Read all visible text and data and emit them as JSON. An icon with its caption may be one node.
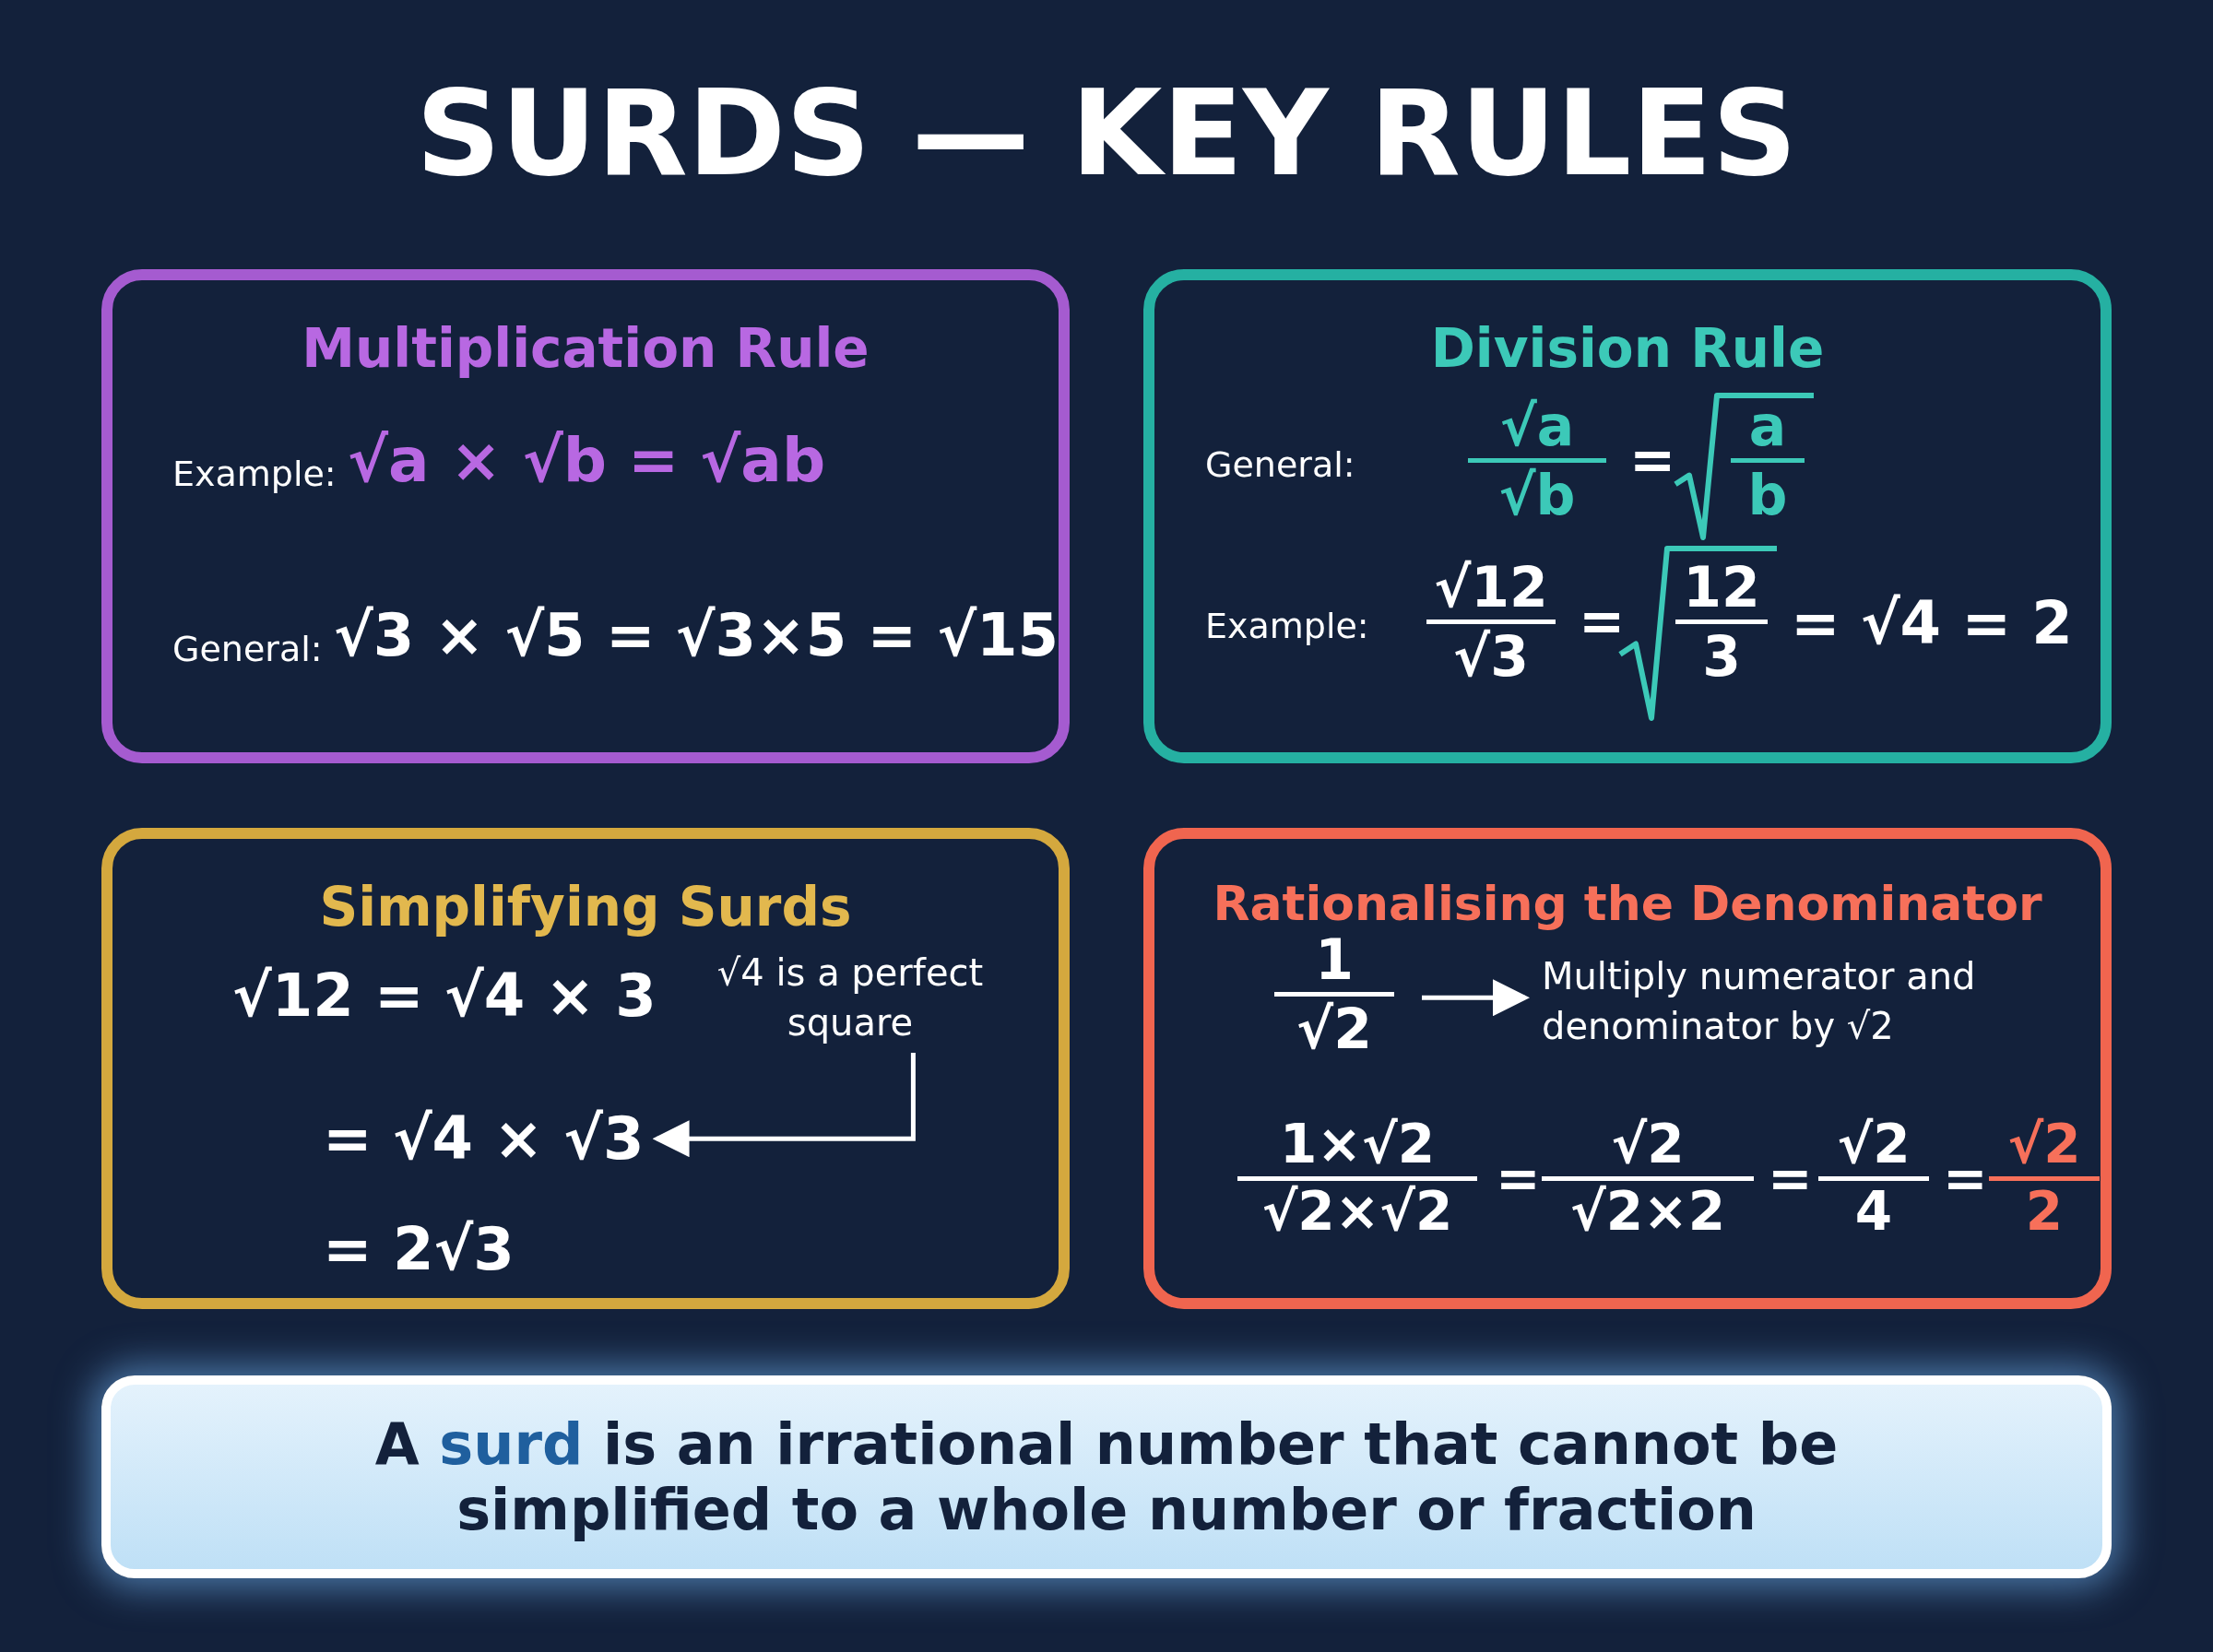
{
  "diagram": {
    "title": "SURDS — KEY RULES",
    "nodes": [
      {
        "text": [
          "Multiplication Rule"
        ]
      },
      {
        "text": [
          "Division Rule"
        ]
      },
      {
        "text": [
          "Simplifying Surds"
        ]
      },
      {
        "text": [
          "√4 is a perfect square"
        ],
        "in": 2
      },
      {
        "text": [
          "= √4 × √3"
        ],
        "in": 2
      },
      {
        "text": [
          "Rationalising the Denominator"
        ]
      },
      {
        "text": [
          "1",
          "√2"
        ],
        "in": 5
      },
      {
        "text": [
          "Multiply numerator and denominator by √2"
        ],
        "in": 5
      },
      {
        "text": [
          "A **surd** is an irrational number that cannot be simplified to a whole number or fraction"
        ]
      }
    ],
    "edges": [
      {
        "from": 3,
        "to": 4,
        "arrow": "to"
      },
      {
        "from": 6,
        "to": 7,
        "arrow": "to"
      }
    ],
    "labels": [
      "Example:",
      "√a × √b = √ab",
      "General:",
      "√3 × √5 = √3×5 = √15",
      "General:",
      "√a",
      "√b",
      "=",
      "a",
      "b",
      "Example:",
      "√12",
      "√3",
      "=",
      "12",
      "3",
      "= √4 = 2",
      "√12 = √4 × 3",
      "= 2√3",
      "1×√2",
      "√2×√2",
      "=",
      "√2",
      "√2×2",
      "=",
      "√2",
      "4",
      "=",
      "√2",
      "2"
    ]
  }
}
